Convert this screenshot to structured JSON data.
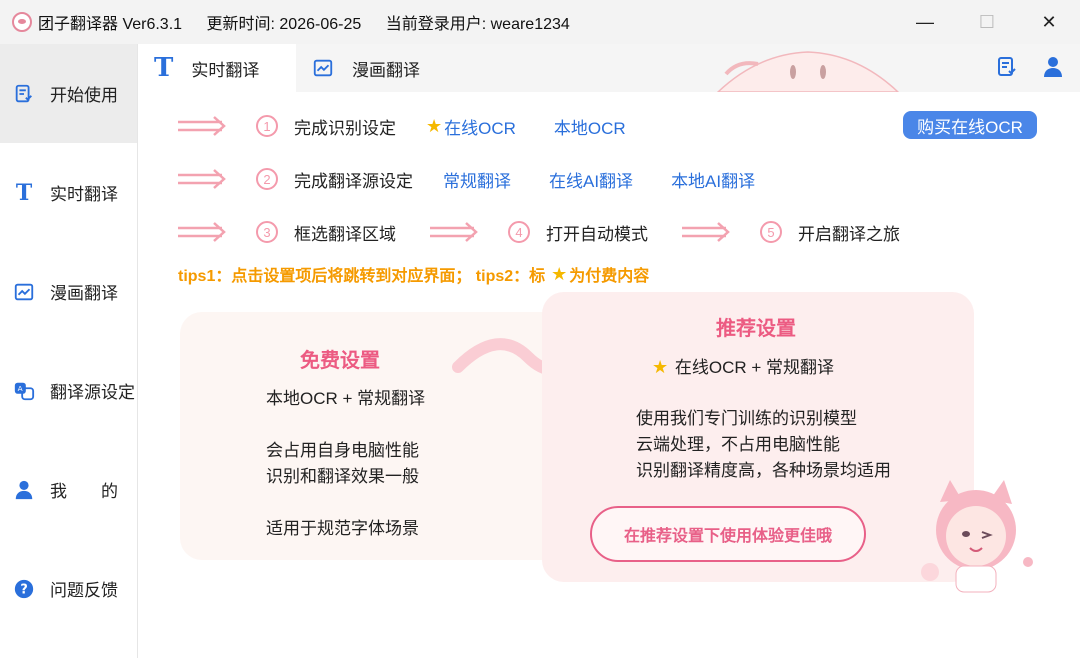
{
  "window": {
    "app_title": "团子翻译器 Ver6.3.1",
    "update_time": "更新时间: 2026-06-25",
    "current_user": "当前登录用户: weare1234",
    "controls": {
      "minimize": "—",
      "maximize": "☐",
      "close": "✕"
    }
  },
  "sidebar": {
    "items": [
      {
        "label": "开始使用",
        "icon": "guide-icon"
      },
      {
        "label": "实时翻译",
        "icon": "t-icon"
      },
      {
        "label": "漫画翻译",
        "icon": "image-icon"
      },
      {
        "label": "翻译源设定",
        "icon": "translate-source-icon"
      },
      {
        "label": "我　　的",
        "icon": "user-icon"
      },
      {
        "label": "问题反馈",
        "icon": "question-icon"
      }
    ],
    "active_index": 0
  },
  "tabs": [
    {
      "label": "实时翻译",
      "icon": "t-icon"
    },
    {
      "label": "漫画翻译",
      "icon": "image-icon"
    }
  ],
  "steps": {
    "step1": {
      "num": "1",
      "label": "完成识别设定",
      "links": [
        "在线OCR",
        "本地OCR"
      ],
      "buy_button": "购买在线OCR"
    },
    "step2": {
      "num": "2",
      "label": "完成翻译源设定",
      "links": [
        "常规翻译",
        "在线AI翻译",
        "本地AI翻译"
      ]
    },
    "step3": {
      "num": "3",
      "label": "框选翻译区域"
    },
    "step4": {
      "num": "4",
      "label": "打开自动模式"
    },
    "step5": {
      "num": "5",
      "label": "开启翻译之旅"
    }
  },
  "tips": {
    "part1": "tips1：点击设置项后将跳转到对应界面；  tips2：标",
    "part2": "为付费内容"
  },
  "free_card": {
    "title": "免费设置",
    "subtitle": "本地OCR + 常规翻译",
    "desc1": "会占用自身电脑性能",
    "desc2": "识别和翻译效果一般",
    "desc3": "适用于规范字体场景"
  },
  "rec_card": {
    "title": "推荐设置",
    "subtitle": "在线OCR + 常规翻译",
    "desc1": "使用我们专门训练的识别模型",
    "desc2": "云端处理，不占用电脑性能",
    "desc3": "识别翻译精度高，各种场景均适用",
    "bubble": "在推荐设置下使用体验更佳哦"
  },
  "colors": {
    "accent_blue": "#2a6fdb",
    "button_blue": "#4a86e8",
    "tips_orange": "#f59a00",
    "pink": "#ec5b82",
    "star_gold": "#f5b800"
  }
}
